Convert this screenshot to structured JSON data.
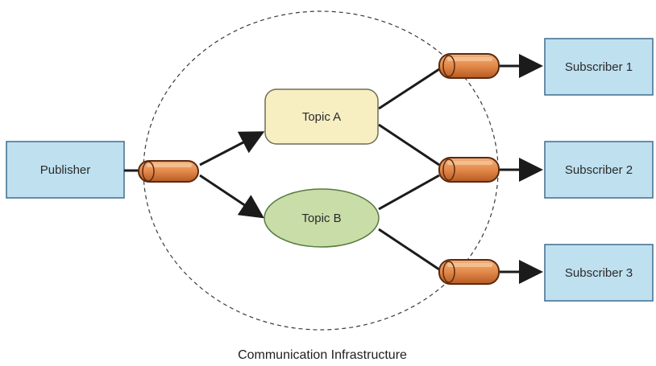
{
  "diagram": {
    "publisher": {
      "label": "Publisher"
    },
    "topics": [
      {
        "label": "Topic A"
      },
      {
        "label": "Topic B"
      }
    ],
    "subscribers": [
      {
        "label": "Subscriber 1"
      },
      {
        "label": "Subscriber 2"
      },
      {
        "label": "Subscriber 3"
      }
    ],
    "caption": "Communication Infrastructure",
    "colors": {
      "box_fill": "#bfe0ef",
      "box_stroke": "#3f6d8f",
      "topic_a_fill": "#f7eec2",
      "topic_b_fill": "#c9dda8",
      "pipe": "#e3894a",
      "line": "#1b1b1b"
    },
    "icons": {
      "pipe": "orange-pipe-icon",
      "arrow": "arrowhead-icon"
    }
  }
}
